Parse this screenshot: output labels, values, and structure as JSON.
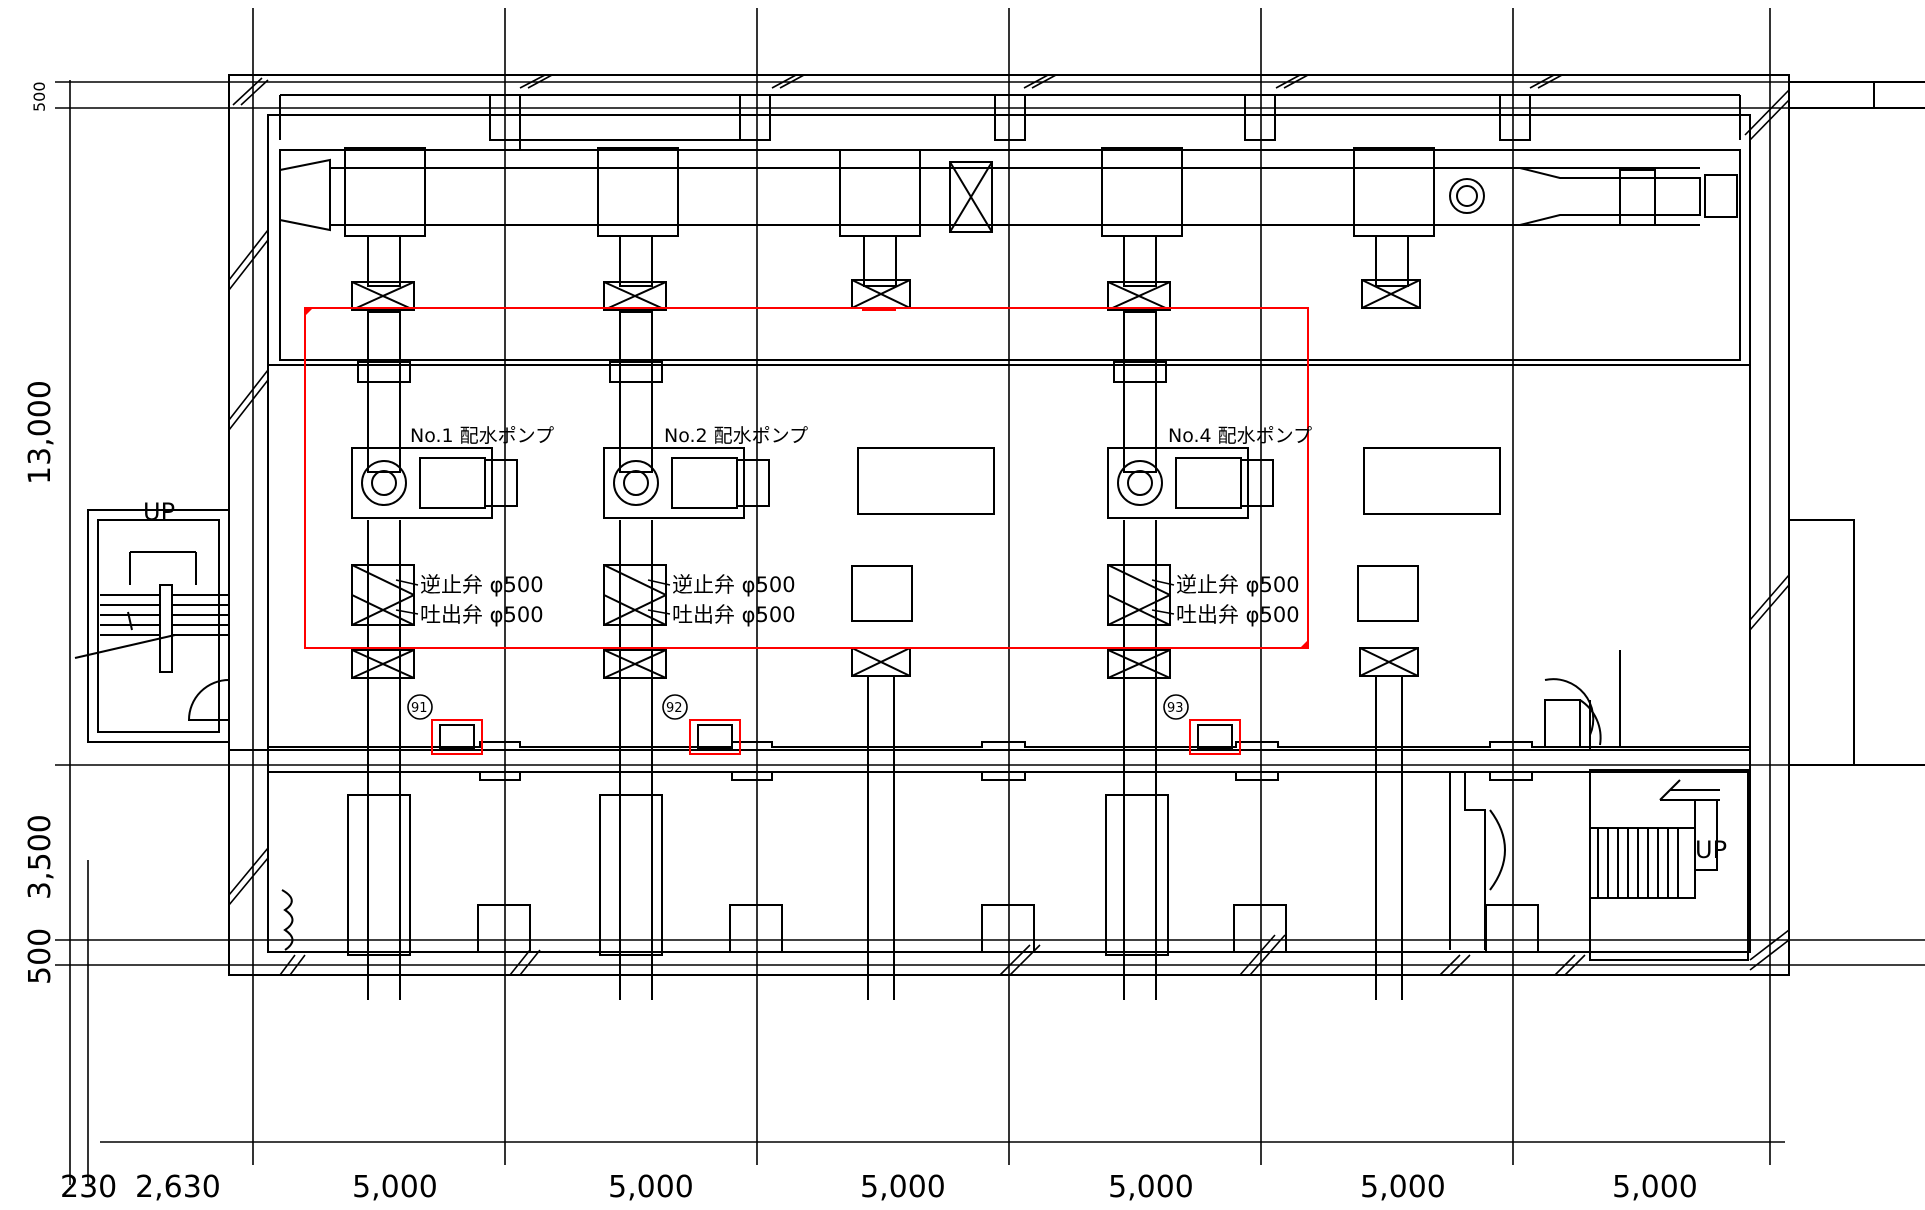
{
  "drawing": {
    "pump_labels": [
      "No.1 配水ポンプ",
      "No.2 配水ポンプ",
      "No.4 配水ポンプ"
    ],
    "check_valve_labels": [
      "逆止弁 φ500",
      "逆止弁 φ500",
      "逆止弁 φ500"
    ],
    "discharge_valve_labels": [
      "吐出弁 φ500",
      "吐出弁 φ500",
      "吐出弁 φ500"
    ],
    "markers": [
      "91",
      "92",
      "93"
    ],
    "stair_labels": [
      "UP",
      "UP"
    ],
    "dims_bottom": [
      "230",
      "2,630",
      "5,000",
      "5,000",
      "5,000",
      "5,000",
      "5,000",
      "5,000"
    ],
    "dims_left": [
      "500",
      "13,000",
      "3,500",
      "500"
    ]
  },
  "colors": {
    "line": "#000000",
    "highlight": "#ff0000",
    "background": "#ffffff"
  }
}
